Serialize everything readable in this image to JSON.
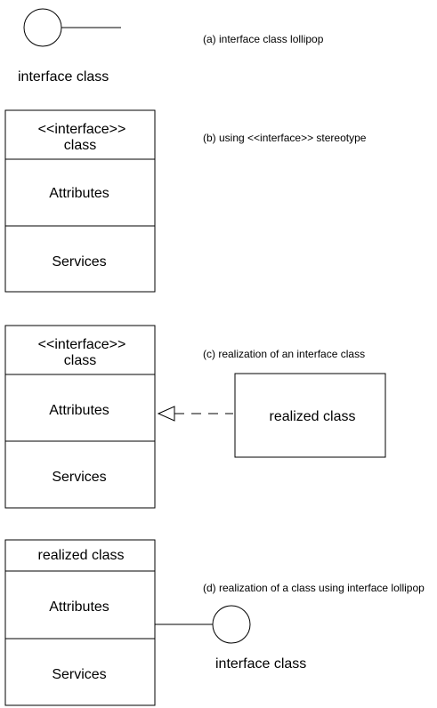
{
  "diagram": {
    "a": {
      "caption": "(a) interface class lollipop",
      "lollipop_label": "interface class"
    },
    "b": {
      "caption": "(b) using <<interface>> stereotype",
      "class_box": {
        "stereotype": "<<interface>>",
        "name": "class",
        "attributes": "Attributes",
        "services": "Services"
      }
    },
    "c": {
      "caption": "(c) realization of an interface class",
      "class_box": {
        "stereotype": "<<interface>>",
        "name": "class",
        "attributes": "Attributes",
        "services": "Services"
      },
      "realized_box": "realized class"
    },
    "d": {
      "caption": "(d) realization of a class using interface lollipop",
      "class_box": {
        "name": "realized class",
        "attributes": "Attributes",
        "services": "Services"
      },
      "lollipop_label": "interface class"
    }
  }
}
